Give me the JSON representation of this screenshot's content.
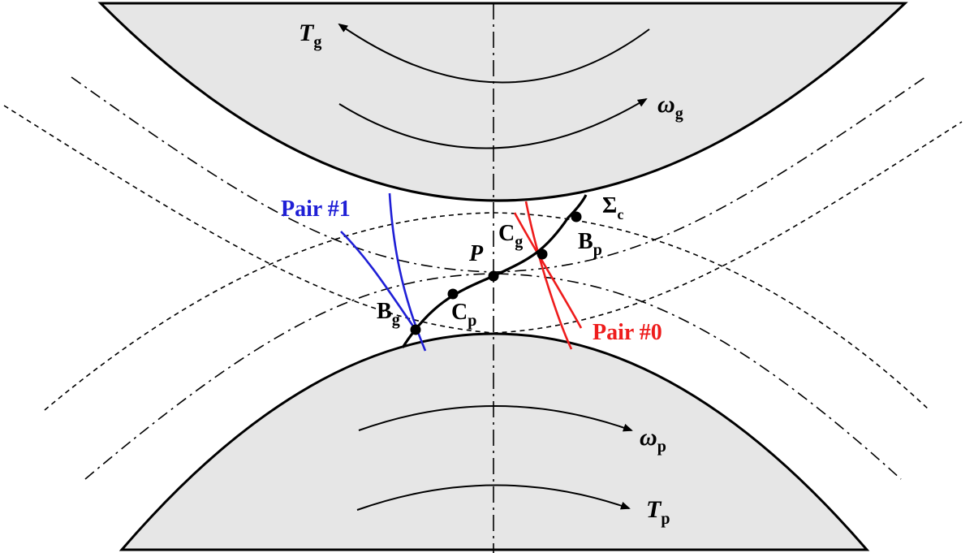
{
  "diagram": {
    "labels": {
      "torque_gear": {
        "main": "T",
        "sub": "g"
      },
      "omega_gear": {
        "main": "ω",
        "sub": "g"
      },
      "omega_pinion": {
        "main": "ω",
        "sub": "p"
      },
      "torque_pinion": {
        "main": "T",
        "sub": "p"
      },
      "pitch_point": "P",
      "contact_path": {
        "main": "Σ",
        "sub": "c"
      },
      "point_Bg": {
        "main": "B",
        "sub": "g"
      },
      "point_Cp": {
        "main": "C",
        "sub": "p"
      },
      "point_Cg": {
        "main": "C",
        "sub": "g"
      },
      "point_Bp": {
        "main": "B",
        "sub": "p"
      },
      "pair1": "Pair #1",
      "pair0": "Pair #0"
    },
    "colors": {
      "gear_fill": "#e6e6e6",
      "pair1": "#1f1fd6",
      "pair0": "#ee1c1c",
      "line": "#000000"
    }
  }
}
